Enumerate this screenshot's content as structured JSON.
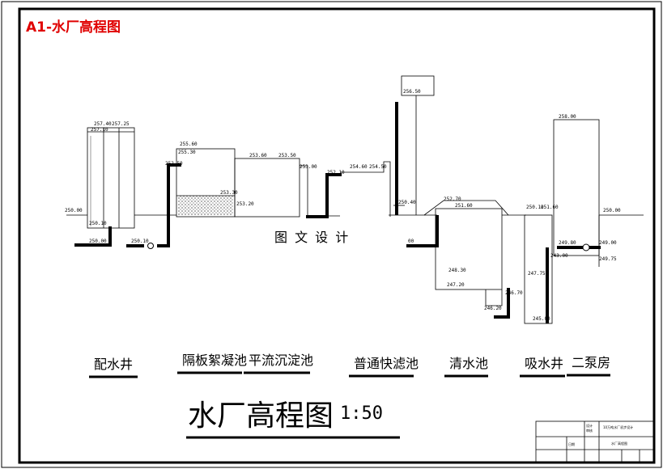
{
  "sheet_label": "A1-水厂高程图",
  "watermark": "图 文 设 计",
  "title": "水厂高程图",
  "scale": "1:50",
  "structures": [
    {
      "name": "配水井"
    },
    {
      "name": "隔板絮凝池"
    },
    {
      "name": "平流沉淀池"
    },
    {
      "name": "普通快滤池"
    },
    {
      "name": "清水池"
    },
    {
      "name": "吸水井"
    },
    {
      "name": "二泵房"
    }
  ],
  "elevations": [
    "257.40",
    "257.25",
    "257.10",
    "250.00",
    "250.10",
    "250.10",
    "255.60",
    "255.30",
    "253.30",
    "253.60",
    "253.50",
    "253.20",
    "253.00",
    "252.50",
    "254.60",
    "254.50",
    "252.10",
    "256.50",
    "250.40",
    "252.70",
    "251.60",
    "00",
    "248.30",
    "247.20",
    "246.70",
    "246.20",
    "250.10",
    "251.60",
    "247.75",
    "249.80",
    "249.00",
    "243.00",
    "249.75",
    "258.00",
    "250.00",
    "245.00",
    "250.00"
  ],
  "title_block": {
    "rows": [
      "设计",
      "审核",
      "日期"
    ],
    "project": "10万吨水厂初步设计",
    "drawing": "水厂高程图"
  }
}
